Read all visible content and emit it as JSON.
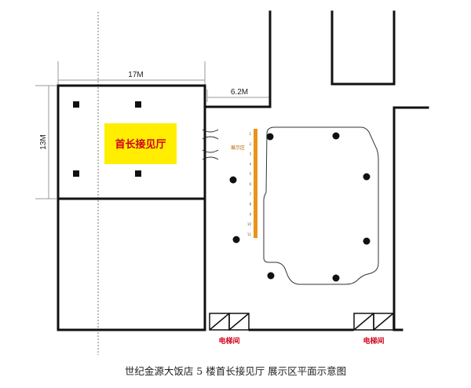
{
  "diagram": {
    "dim_width": "17M",
    "dim_height": "13M",
    "dim_corridor": "6.2M",
    "meeting_hall": "首长接见厅",
    "exhibit_label": "展示区",
    "exhibit_numbers": [
      "1",
      "2",
      "3",
      "4",
      "5",
      "6",
      "7",
      "8",
      "9",
      "10",
      "11"
    ],
    "elevator_left": "电梯间",
    "elevator_right": "电梯间",
    "caption": "世纪金源大饭店 5 楼首长接见厅 展示区平面示意图"
  },
  "colors": {
    "hall_fill": "#FFEE00",
    "accent_red": "#D0021B",
    "exhibit_bar": "#E8941A",
    "wall": "#111111"
  }
}
